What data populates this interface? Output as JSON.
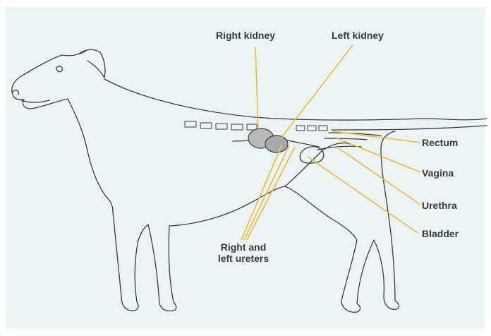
{
  "labels": {
    "right_kidney": "Right kidney",
    "left_kidney": "Left kidney",
    "rectum": "Rectum",
    "vagina": "Vagina",
    "urethra": "Urethra",
    "bladder": "Bladder",
    "ureters_line1": "Right and",
    "ureters_line2": "left ureters"
  },
  "colors": {
    "background": "#eaf4f2",
    "leader_line": "#f0b93a",
    "outline": "#3c3c3c",
    "kidney_fill": "#b9b9b9",
    "label_text": "#3a3a3a"
  }
}
